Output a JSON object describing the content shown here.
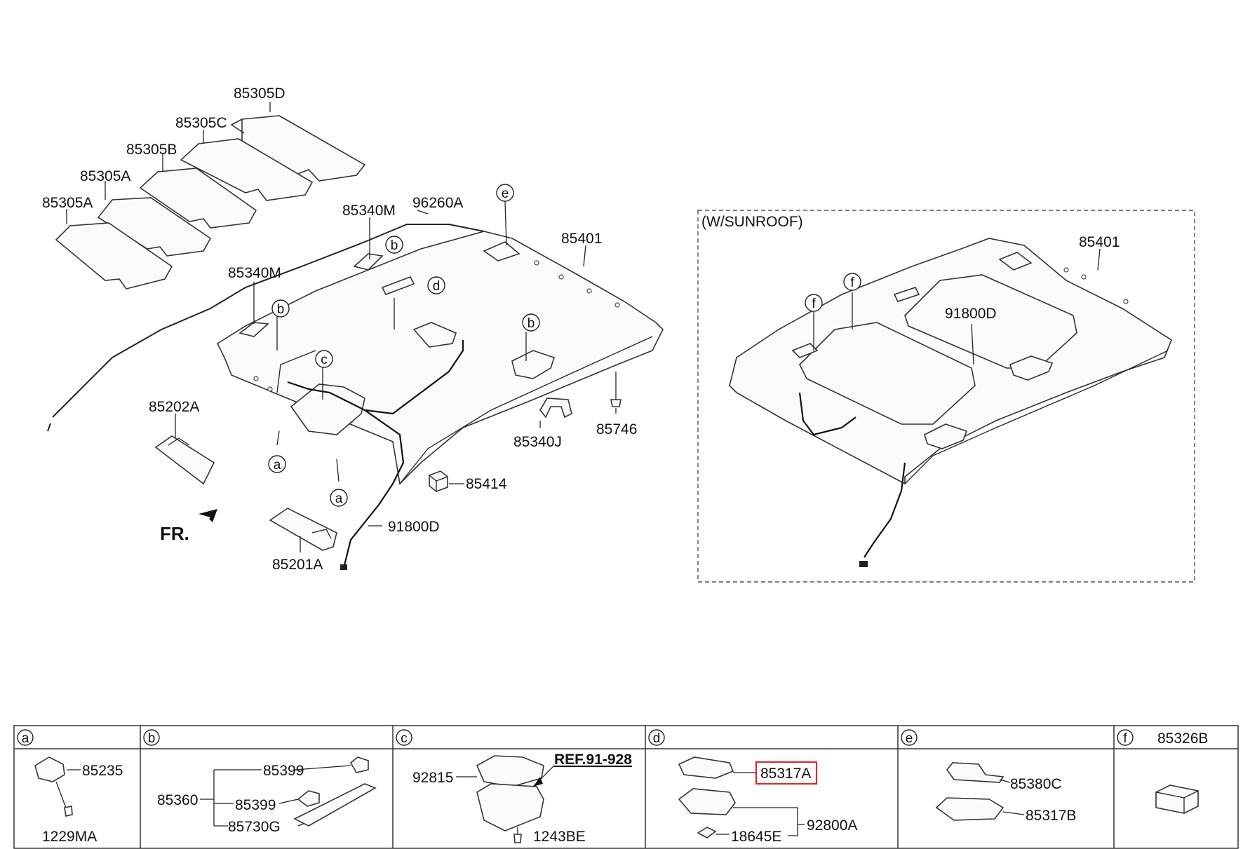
{
  "main_view": {
    "labels": {
      "p85305D": "85305D",
      "p85305C": "85305C",
      "p85305B": "85305B",
      "p85305A_1": "85305A",
      "p85305A_2": "85305A",
      "p96260A": "96260A",
      "p85340M_1": "85340M",
      "p85340M_2": "85340M",
      "p85401": "85401",
      "p85202A": "85202A",
      "p85340J": "85340J",
      "p85746": "85746",
      "p85414": "85414",
      "p91800D": "91800D",
      "p85201A": "85201A",
      "fr": "FR."
    },
    "callouts": {
      "e": "e",
      "b1": "b",
      "b2": "b",
      "b3": "b",
      "d": "d",
      "c": "c",
      "a1": "a",
      "a2": "a"
    }
  },
  "sunroof_view": {
    "title": "(W/SUNROOF)",
    "labels": {
      "p85401": "85401",
      "p91800D": "91800D"
    },
    "callouts": {
      "f1": "f",
      "f2": "f"
    }
  },
  "legend_table": {
    "headers": [
      {
        "key": "a",
        "part": ""
      },
      {
        "key": "b",
        "part": ""
      },
      {
        "key": "c",
        "part": ""
      },
      {
        "key": "d",
        "part": ""
      },
      {
        "key": "e",
        "part": ""
      },
      {
        "key": "f",
        "part": "85326B"
      }
    ],
    "cell_a": {
      "p1": "85235",
      "p2": "1229MA"
    },
    "cell_b": {
      "group": "85360",
      "p1": "85399",
      "p2": "85399",
      "p3": "85730G"
    },
    "cell_c": {
      "p1": "92815",
      "ref": "REF.91-928",
      "p2": "1243BE"
    },
    "cell_d": {
      "p1": "85317A",
      "p2": "92800A",
      "p3": "18645E"
    },
    "cell_e": {
      "p1": "85380C",
      "p2": "85317B"
    }
  },
  "highlight_color": "#e0282c"
}
